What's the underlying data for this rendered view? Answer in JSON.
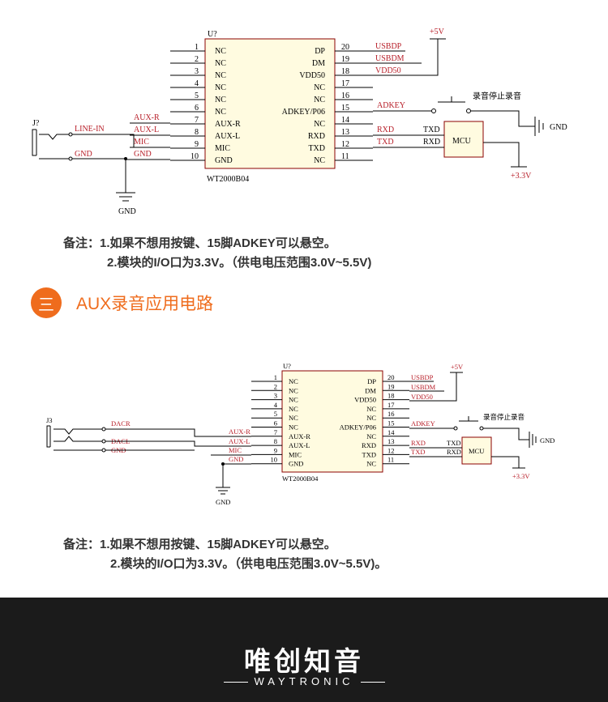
{
  "diagram1": {
    "ref": "U?",
    "part": "WT2000B04",
    "left_pins": [
      {
        "num": "1",
        "name": "NC"
      },
      {
        "num": "2",
        "name": "NC"
      },
      {
        "num": "3",
        "name": "NC"
      },
      {
        "num": "4",
        "name": "NC"
      },
      {
        "num": "5",
        "name": "NC"
      },
      {
        "num": "6",
        "name": "NC"
      },
      {
        "num": "7",
        "name": "AUX-R"
      },
      {
        "num": "8",
        "name": "AUX-L"
      },
      {
        "num": "9",
        "name": "MIC"
      },
      {
        "num": "10",
        "name": "GND"
      }
    ],
    "right_pins": [
      {
        "num": "20",
        "name": "DP"
      },
      {
        "num": "19",
        "name": "DM"
      },
      {
        "num": "18",
        "name": "VDD50"
      },
      {
        "num": "17",
        "name": "NC"
      },
      {
        "num": "16",
        "name": "NC"
      },
      {
        "num": "15",
        "name": "ADKEY/P06"
      },
      {
        "num": "14",
        "name": "NC"
      },
      {
        "num": "13",
        "name": "RXD"
      },
      {
        "num": "12",
        "name": "TXD"
      },
      {
        "num": "11",
        "name": "NC"
      }
    ],
    "net_usbdp": "USBDP",
    "net_usbdm": "USBDM",
    "net_vdd50": "VDD50",
    "net_adkey": "ADKEY",
    "net_rxd": "RXD",
    "net_txd": "TXD",
    "net_aux_r": "AUX-R",
    "net_aux_l": "AUX-L",
    "net_mic": "MIC",
    "net_gnd": "GND",
    "power_5v": "+5V",
    "power_33v": "+3.3V",
    "gnd": "GND",
    "gnd_right": "GND",
    "switch_label": "录音停止录音",
    "mcu": "MCU",
    "mcu_txd": "TXD",
    "mcu_rxd": "RXD",
    "jack_ref": "J?",
    "jack_line_in": "LINE-IN",
    "jack_gnd": "GND"
  },
  "note1": {
    "line1": "备注：1.如果不想用按键、15脚ADKEY可以悬空。",
    "line2": "2.模块的I/O口为3.3V。（供电电压范围3.0V~5.5V)"
  },
  "section": {
    "number": "三",
    "title": "AUX录音应用电路"
  },
  "diagram2": {
    "ref": "U?",
    "part": "WT2000B04",
    "left_pins": [
      {
        "num": "1",
        "name": "NC"
      },
      {
        "num": "2",
        "name": "NC"
      },
      {
        "num": "3",
        "name": "NC"
      },
      {
        "num": "4",
        "name": "NC"
      },
      {
        "num": "5",
        "name": "NC"
      },
      {
        "num": "6",
        "name": "NC"
      },
      {
        "num": "7",
        "name": "AUX-R"
      },
      {
        "num": "8",
        "name": "AUX-L"
      },
      {
        "num": "9",
        "name": "MIC"
      },
      {
        "num": "10",
        "name": "GND"
      }
    ],
    "right_pins": [
      {
        "num": "20",
        "name": "DP"
      },
      {
        "num": "19",
        "name": "DM"
      },
      {
        "num": "18",
        "name": "VDD50"
      },
      {
        "num": "17",
        "name": "NC"
      },
      {
        "num": "16",
        "name": "NC"
      },
      {
        "num": "15",
        "name": "ADKEY/P06"
      },
      {
        "num": "14",
        "name": "NC"
      },
      {
        "num": "13",
        "name": "RXD"
      },
      {
        "num": "12",
        "name": "TXD"
      },
      {
        "num": "11",
        "name": "NC"
      }
    ],
    "net_usbdp": "USBDP",
    "net_usbdm": "USBDM",
    "net_vdd50": "VDD50",
    "net_adkey": "ADKEY",
    "net_rxd": "RXD",
    "net_txd": "TXD",
    "net_aux_r": "AUX-R",
    "net_aux_l": "AUX-L",
    "net_mic": "MIC",
    "net_gnd": "GND",
    "power_5v": "+5V",
    "power_33v": "+3.3V",
    "gnd": "GND",
    "gnd_right": "GND",
    "switch_label": "录音停止录音",
    "mcu": "MCU",
    "mcu_txd": "TXD",
    "mcu_rxd": "RXD",
    "jack_ref": "J3",
    "jack_dacr": "DACR",
    "jack_dacl": "DACL",
    "jack_gnd": "GND"
  },
  "note2": {
    "line1": "备注：1.如果不想用按键、15脚ADKEY可以悬空。",
    "line2": "2.模块的I/O口为3.3V。（供电电压范围3.0V~5.5V)。"
  },
  "footer": {
    "brand_cn": "唯创知音",
    "brand_en": "WAYTRONIC"
  },
  "colors": {
    "accent": "#ef6c1d",
    "wire": "#000000",
    "net_label": "#b8202a",
    "footer_bg": "#1b1b1b"
  }
}
